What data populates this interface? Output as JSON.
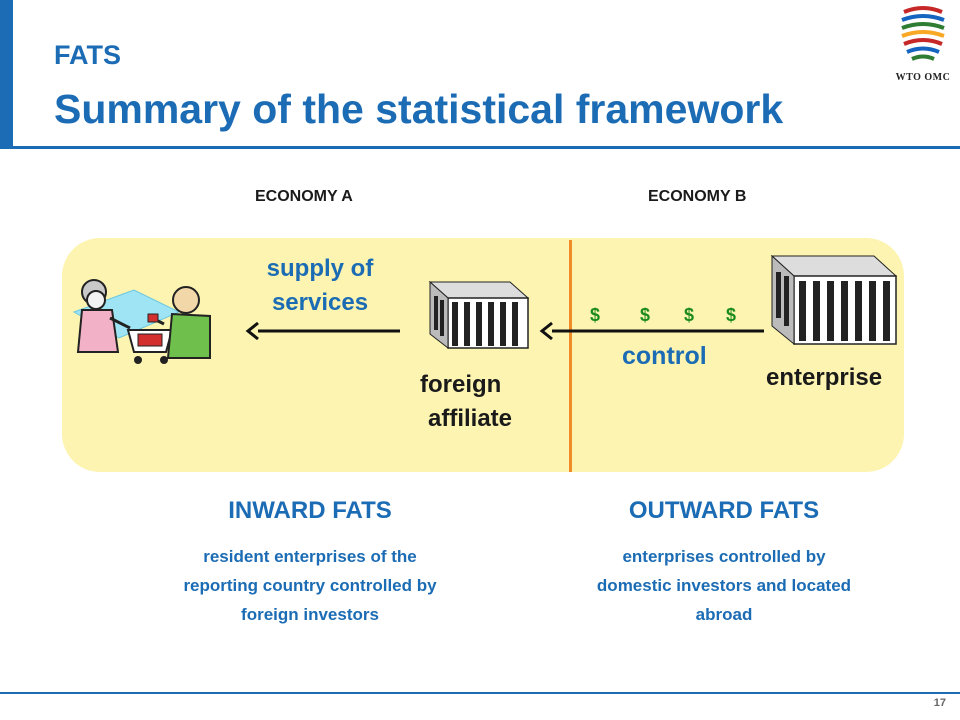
{
  "header": {
    "kicker": "FATS",
    "title": "Summary of the statistical framework",
    "logo_text": "WTO OMC"
  },
  "economies": {
    "a": "ECONOMY A",
    "b": "ECONOMY B"
  },
  "flow": {
    "supply_line1": "supply of",
    "supply_line2": "services",
    "affiliate_line1": "foreign",
    "affiliate_line2": "affiliate",
    "control": "control",
    "enterprise": "enterprise",
    "dollars": [
      "$",
      "$",
      "$",
      "$"
    ]
  },
  "inward": {
    "title": "INWARD FATS",
    "desc": "resident enterprises of the reporting country controlled by foreign investors"
  },
  "outward": {
    "title": "OUTWARD FATS",
    "desc": "enterprises controlled by domestic investors and located abroad"
  },
  "footer": {
    "page_number": "17"
  },
  "colors": {
    "brand_blue": "#1b6cb4",
    "panel_fill": "#fcf4b0",
    "divider_orange": "#f08c28",
    "dollar_green": "#1d8a1d"
  }
}
